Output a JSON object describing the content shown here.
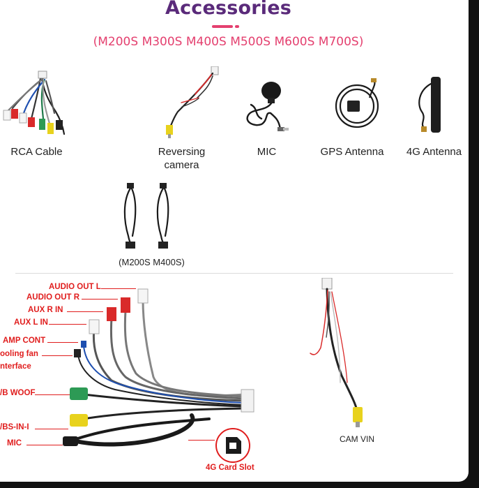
{
  "header": {
    "title": "Accessories",
    "models": "(M200S M300S M400S M500S M600S M700S)"
  },
  "products": [
    {
      "name": "RCA Cable",
      "icon": "rca-cable-icon"
    },
    {
      "name": "Reversing camera",
      "icon": "reversing-camera-icon"
    },
    {
      "name": "MIC",
      "icon": "mic-icon"
    },
    {
      "name": "GPS Antenna",
      "icon": "gps-antenna-icon"
    },
    {
      "name": "4G Antenna",
      "icon": "4g-antenna-icon"
    },
    {
      "name": "(M200S M400S)",
      "icon": "usb-cables-icon"
    }
  ],
  "wiring": {
    "callouts": [
      "AUDIO OUT L",
      "AUDIO OUT R",
      "AUX R IN",
      "AUX L IN",
      "AMP CONT",
      "ooling fan",
      "nterface",
      "/B WOOF",
      "/BS-IN-I",
      "MIC"
    ],
    "card_slot": "4G Card Slot",
    "cam_vin": "CAM VIN"
  },
  "colors": {
    "title": "#5a2a7a",
    "accent": "#e4406f",
    "callout": "#e01d1d"
  }
}
